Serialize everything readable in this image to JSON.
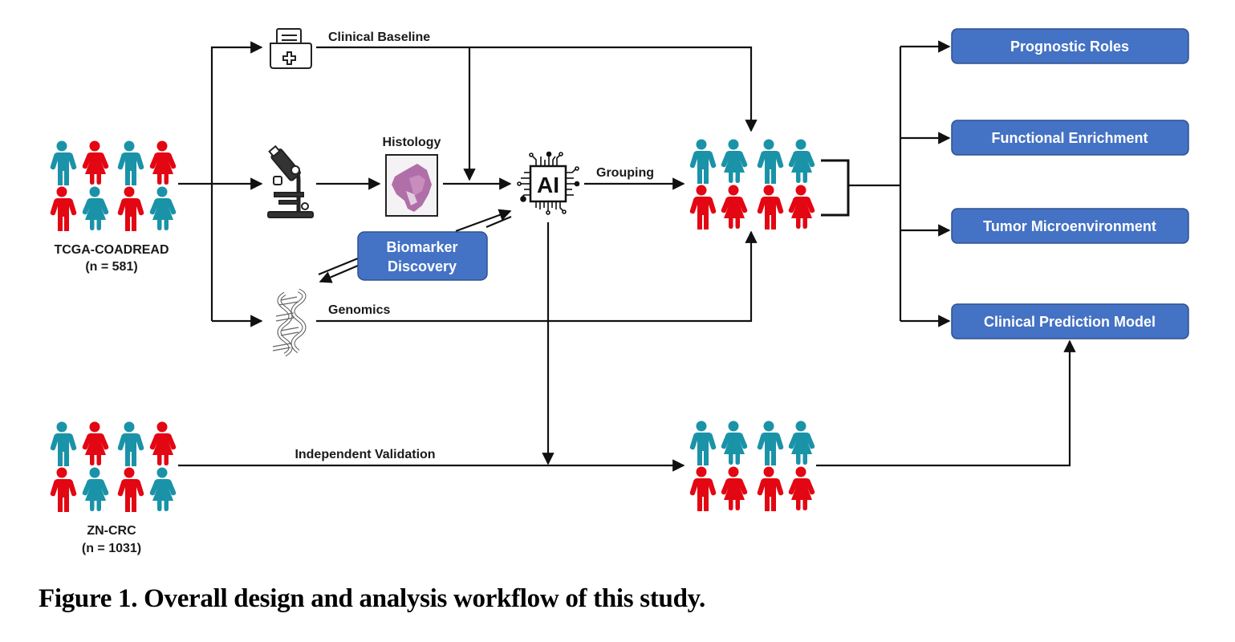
{
  "figure": {
    "caption": "Figure 1. Overall design and analysis workflow of this study.",
    "colors": {
      "group_teal": "#1a93a8",
      "group_red": "#e30613",
      "box_fill": "#4472c4",
      "box_border": "#2f528f",
      "line": "#111111"
    }
  },
  "cohorts": {
    "training": {
      "name": "TCGA-COADREAD",
      "n_label": "(n = 581)"
    },
    "validation": {
      "name": "ZN-CRC",
      "n_label": "(n = 1031)"
    }
  },
  "inputs": {
    "clinical": {
      "label": "Clinical Baseline",
      "icon": "medical-folder-icon"
    },
    "histology": {
      "label": "Histology",
      "icon": "microscope-icon",
      "image": "he-slide-thumbnail"
    },
    "genomics": {
      "label": "Genomics",
      "icon": "dna-helix-icon"
    }
  },
  "model": {
    "label": "AI",
    "icon": "ai-chip-icon"
  },
  "edges": {
    "grouping": "Grouping",
    "independent_validation": "Independent Validation"
  },
  "biomarker": {
    "line1": "Biomarker",
    "line2": "Discovery"
  },
  "outputs": [
    {
      "label": "Prognostic Roles"
    },
    {
      "label": "Functional Enrichment"
    },
    {
      "label": "Tumor Microenvironment"
    },
    {
      "label": "Clinical Prediction Model"
    }
  ]
}
